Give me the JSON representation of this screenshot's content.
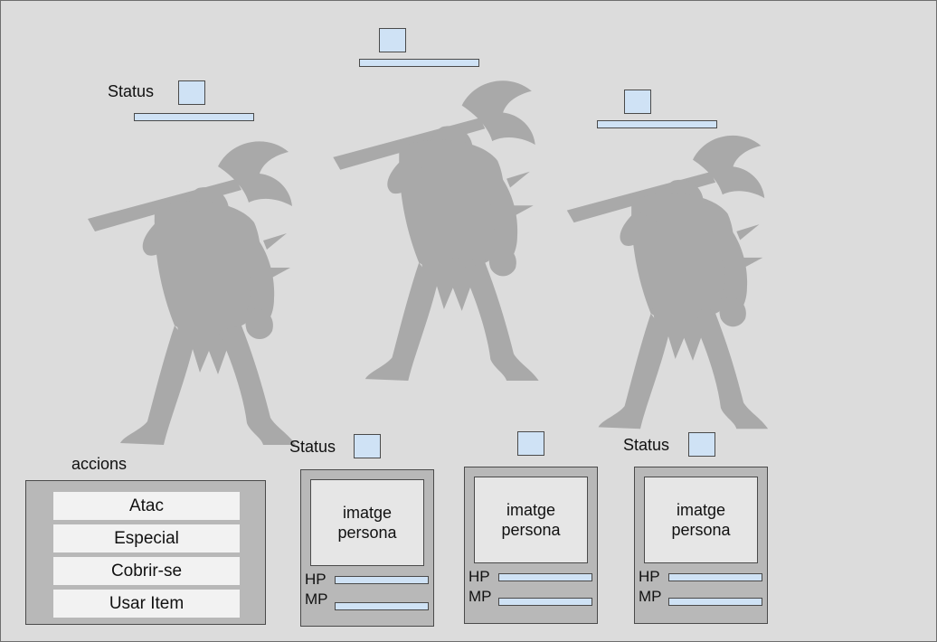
{
  "enemies": [
    {
      "status_label": "Status",
      "icon": "orc-silhouette-icon"
    },
    {
      "status_label": "",
      "icon": "orc-silhouette-icon"
    },
    {
      "status_label": "",
      "icon": "orc-silhouette-icon"
    }
  ],
  "actions": {
    "title": "accions",
    "buttons": [
      "Atac",
      "Especial",
      "Cobrir-se",
      "Usar Item"
    ]
  },
  "party": [
    {
      "status_label": "Status",
      "portrait_line1": "imatge",
      "portrait_line2": "persona",
      "hp_label": "HP",
      "mp_label": "MP"
    },
    {
      "status_label": "",
      "portrait_line1": "imatge",
      "portrait_line2": "persona",
      "hp_label": "HP",
      "mp_label": "MP"
    },
    {
      "status_label": "Status",
      "portrait_line1": "imatge",
      "portrait_line2": "persona",
      "hp_label": "HP",
      "mp_label": "MP"
    }
  ],
  "colors": {
    "background": "#dcdcdc",
    "panel": "#b8b8b8",
    "bar_fill": "#cfe2f5",
    "silhouette": "#a9a9a9"
  }
}
